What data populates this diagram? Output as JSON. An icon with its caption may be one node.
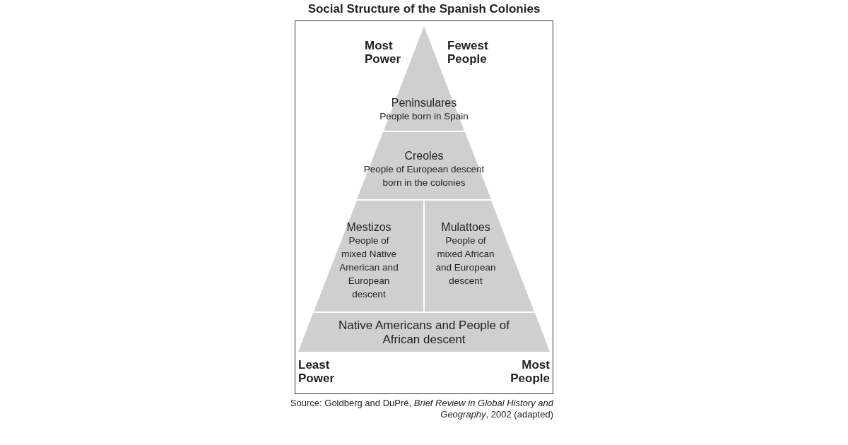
{
  "diagram": {
    "title": "Social Structure of the Spanish Colonies",
    "caption": "Source: Goldberg and DuPré, *Brief Review in Global History and Geography*, 2002 (adapted)",
    "nodes": [
      {
        "text": [
          "Peninsulares",
          "People born in Spain"
        ]
      },
      {
        "text": [
          "Creoles",
          "People of European descent born in the colonies"
        ]
      },
      {
        "text": [
          "Mestizos",
          "People of mixed Native American and European descent"
        ]
      },
      {
        "text": [
          "Mulattoes",
          "People of mixed African and European descent"
        ]
      },
      {
        "text": [
          "Native Americans and People of African descent"
        ]
      }
    ],
    "edges": [],
    "labels": [
      "Most Power",
      "Fewest People",
      "Least Power",
      "Most People"
    ]
  }
}
